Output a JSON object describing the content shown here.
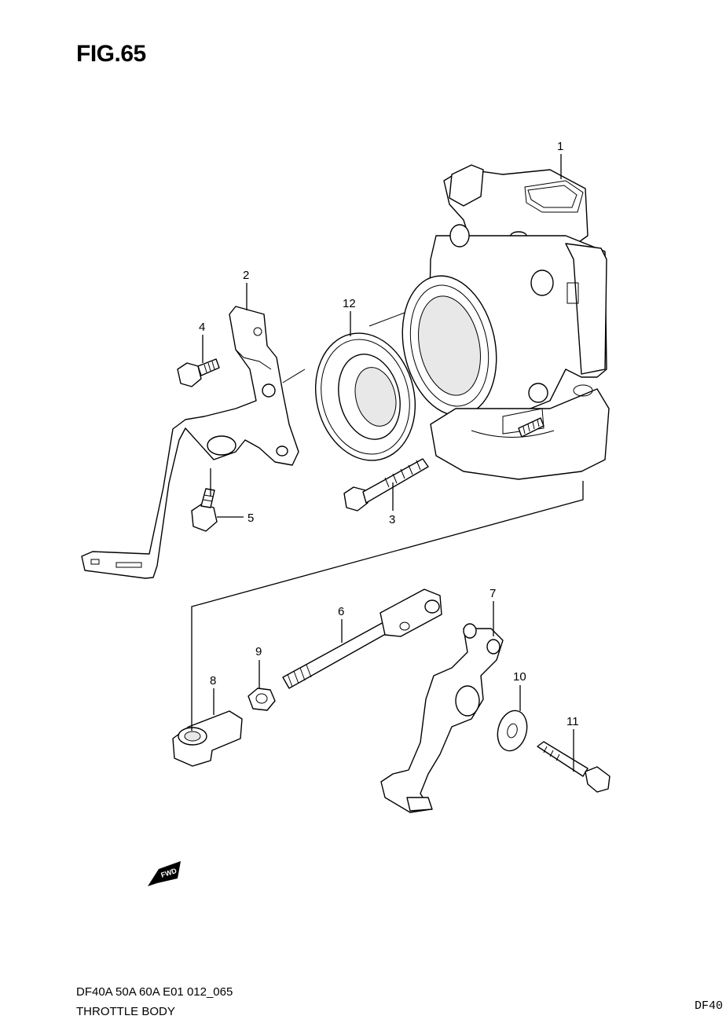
{
  "figure": {
    "title": "FIG.65"
  },
  "callouts": [
    "1",
    "2",
    "3",
    "4",
    "5",
    "6",
    "7",
    "8",
    "9",
    "10",
    "11",
    "12"
  ],
  "fwd_marker": {
    "label": "FWD"
  },
  "footer": {
    "model_code": "DF40A 50A 60A E01 012_065",
    "section_name": "THROTTLE BODY",
    "page_tag": "DF40"
  }
}
